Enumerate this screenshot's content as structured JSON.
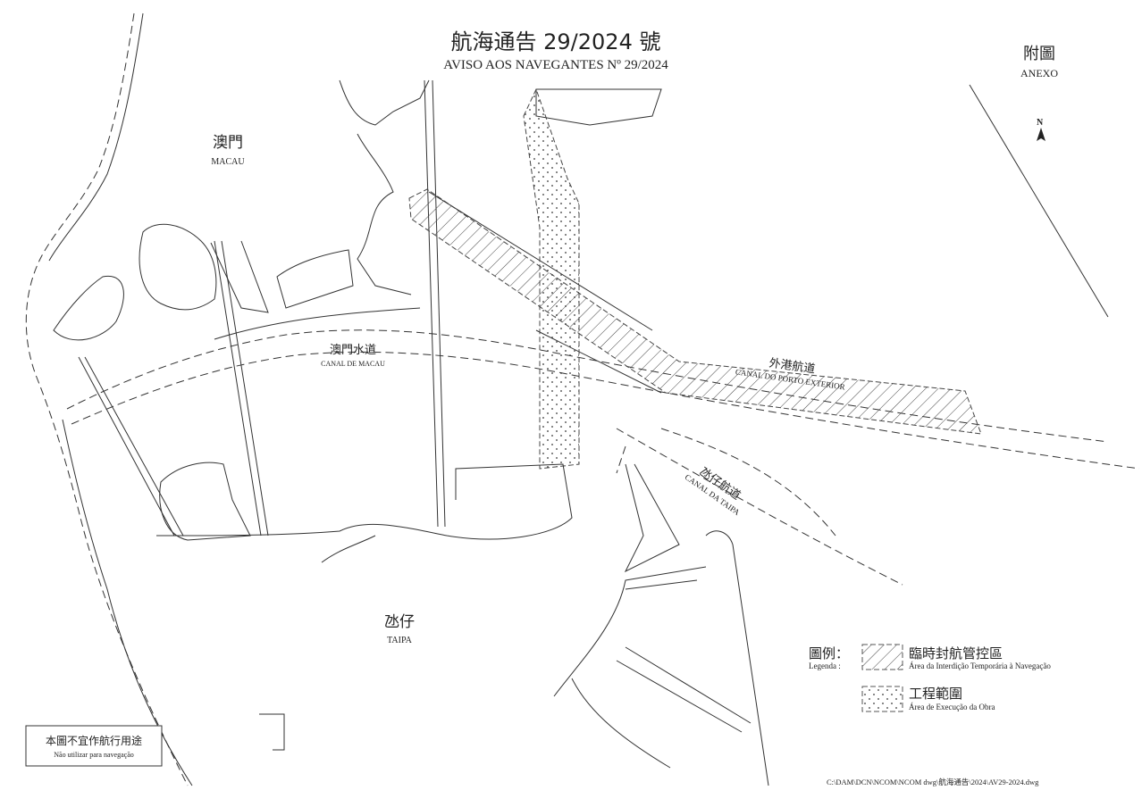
{
  "title": {
    "zh": "航海通告 29/2024 號",
    "pt": "AVISO AOS NAVEGANTES Nº 29/2024"
  },
  "annex": {
    "zh": "附圖",
    "pt": "ANEXO"
  },
  "north_label": "N",
  "places": {
    "macau": {
      "zh": "澳門",
      "pt": "MACAU"
    },
    "taipa": {
      "zh": "氹仔",
      "pt": "TAIPA"
    },
    "canal_macau": {
      "zh": "澳門水道",
      "pt": "CANAL DE MACAU"
    },
    "canal_porto_exterior": {
      "zh": "外港航道",
      "pt": "CANAL DO PORTO EXTERIOR"
    },
    "canal_taipa": {
      "zh": "氹仔航道",
      "pt": "CANAL DA TAIPA"
    }
  },
  "legend": {
    "title_zh": "圖例：",
    "title_pt": "Legenda :",
    "items": [
      {
        "zh": "臨時封航管控區",
        "pt": "Área da Interdição Temporária à Navegação",
        "pattern": "hatch"
      },
      {
        "zh": "工程範圍",
        "pt": "Área de Execução da Obra",
        "pattern": "dots"
      }
    ]
  },
  "disclaimer": {
    "zh": "本圖不宜作航行用途",
    "pt": "Não utilizar para navegação"
  },
  "file_path": "C:\\DAM\\DCN\\NCOM\\NCOM dwg\\航海通告\\2024\\AV29-2024.dwg"
}
